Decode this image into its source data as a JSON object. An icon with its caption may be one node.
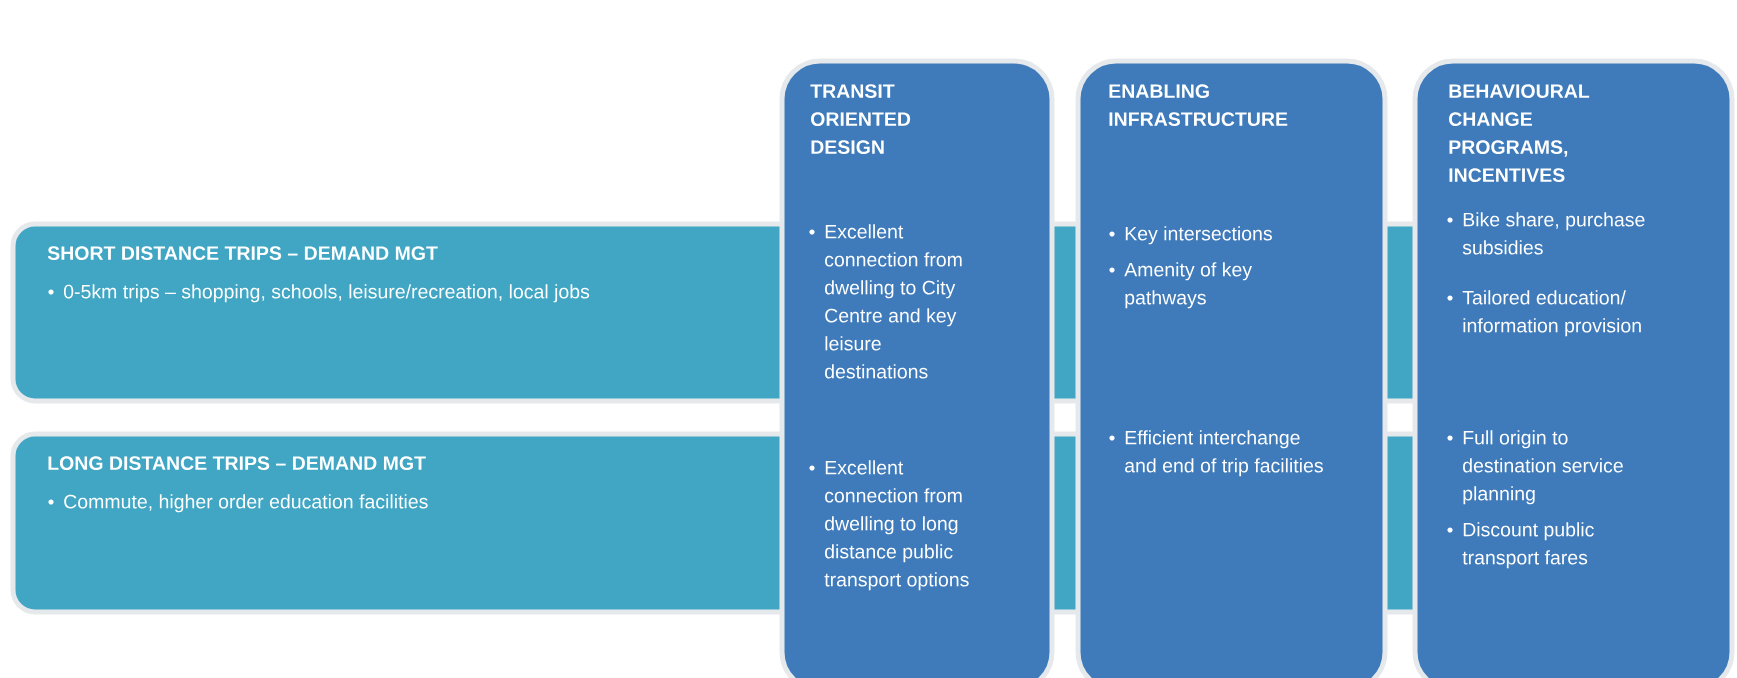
{
  "diagram": {
    "nodes": [
      {
        "text": [
          "SHORT DISTANCE TRIPS – DEMAND MGT",
          "0-5km trips – shopping, schools, leisure/recreation, local jobs"
        ]
      },
      {
        "text": [
          "LONG DISTANCE TRIPS – DEMAND MGT",
          "Commute, higher order education facilities"
        ]
      },
      {
        "text": [
          "TRANSIT ORIENTED DESIGN",
          "Excellent connection from dwelling to City Centre and key leisure destinations",
          "Excellent connection from dwelling to long distance public transport options"
        ]
      },
      {
        "text": [
          "ENABLING INFRASTRUCTURE",
          "Key intersections",
          "Amenity of key pathways",
          "Efficient interchange and end of trip facilities"
        ]
      },
      {
        "text": [
          "BEHAVIOURAL CHANGE PROGRAMS, INCENTIVES",
          "Bike share, purchase subsidies",
          "Tailored education/ information provision",
          "Full origin to destination service planning",
          "Discount public transport fares"
        ]
      }
    ],
    "edges": []
  }
}
